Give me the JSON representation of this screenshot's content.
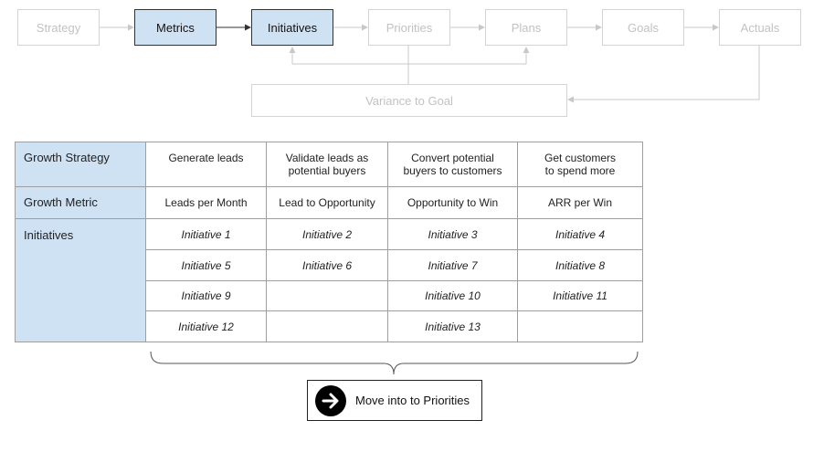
{
  "flow": {
    "steps": [
      {
        "label": "Strategy",
        "state": "inactive"
      },
      {
        "label": "Metrics",
        "state": "active"
      },
      {
        "label": "Initiatives",
        "state": "active"
      },
      {
        "label": "Priorities",
        "state": "inactive"
      },
      {
        "label": "Plans",
        "state": "inactive"
      },
      {
        "label": "Goals",
        "state": "inactive"
      },
      {
        "label": "Actuals",
        "state": "inactive"
      }
    ],
    "variance_label": "Variance to Goal"
  },
  "table": {
    "row_headers": {
      "strategy": "Growth Strategy",
      "metric": "Growth Metric",
      "initiatives": "Initiatives"
    },
    "strategies": [
      {
        "line1": "Generate leads",
        "line2": ""
      },
      {
        "line1": "Validate leads as",
        "line2": "potential buyers"
      },
      {
        "line1": "Convert potential",
        "line2": "buyers to customers"
      },
      {
        "line1": "Get customers",
        "line2": "to spend more"
      }
    ],
    "metrics": [
      "Leads per Month",
      "Lead to Opportunity",
      "Opportunity to Win",
      "ARR per Win"
    ],
    "initiatives": [
      [
        "Initiative 1",
        "Initiative 2",
        "Initiative 3",
        "Initiative 4"
      ],
      [
        "Initiative 5",
        "Initiative 6",
        "Initiative 7",
        "Initiative 8"
      ],
      [
        "Initiative 9",
        "",
        "Initiative 10",
        "Initiative 11"
      ],
      [
        "Initiative 12",
        "",
        "Initiative 13",
        ""
      ]
    ]
  },
  "action": {
    "label": "Move into to Priorities",
    "icon": "arrow-right-circle-icon"
  },
  "colors": {
    "active_fill": "#cfe2f3",
    "inactive_text": "#c2c2c2",
    "inactive_border": "#d4d4d4"
  }
}
